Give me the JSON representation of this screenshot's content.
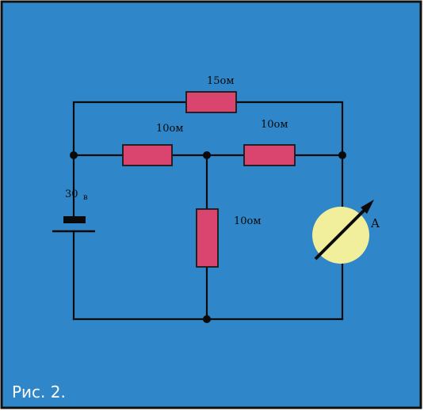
{
  "labels": {
    "r_top": "15ом",
    "r_left": "10ом",
    "r_right": "10ом",
    "r_middle": "10ом",
    "battery_voltage": "30",
    "battery_unit": "в",
    "ammeter_symbol": "A",
    "caption": "Рис. 2."
  },
  "colors": {
    "background": "#2f86c8",
    "border": "#111111",
    "wire": "#0a0a0a",
    "resistor": "#d9456f",
    "ammeter": "#f2ef9c",
    "caption": "#ffffff"
  },
  "components": [
    {
      "type": "resistor",
      "label": "15ом",
      "icon": "resistor-icon"
    },
    {
      "type": "resistor",
      "label": "10ом",
      "icon": "resistor-icon"
    },
    {
      "type": "resistor",
      "label": "10ом",
      "icon": "resistor-icon"
    },
    {
      "type": "resistor",
      "label": "10ом",
      "icon": "resistor-icon"
    },
    {
      "type": "battery",
      "label": "30 в",
      "icon": "battery-icon"
    },
    {
      "type": "ammeter",
      "label": "A",
      "icon": "ammeter-icon"
    }
  ]
}
